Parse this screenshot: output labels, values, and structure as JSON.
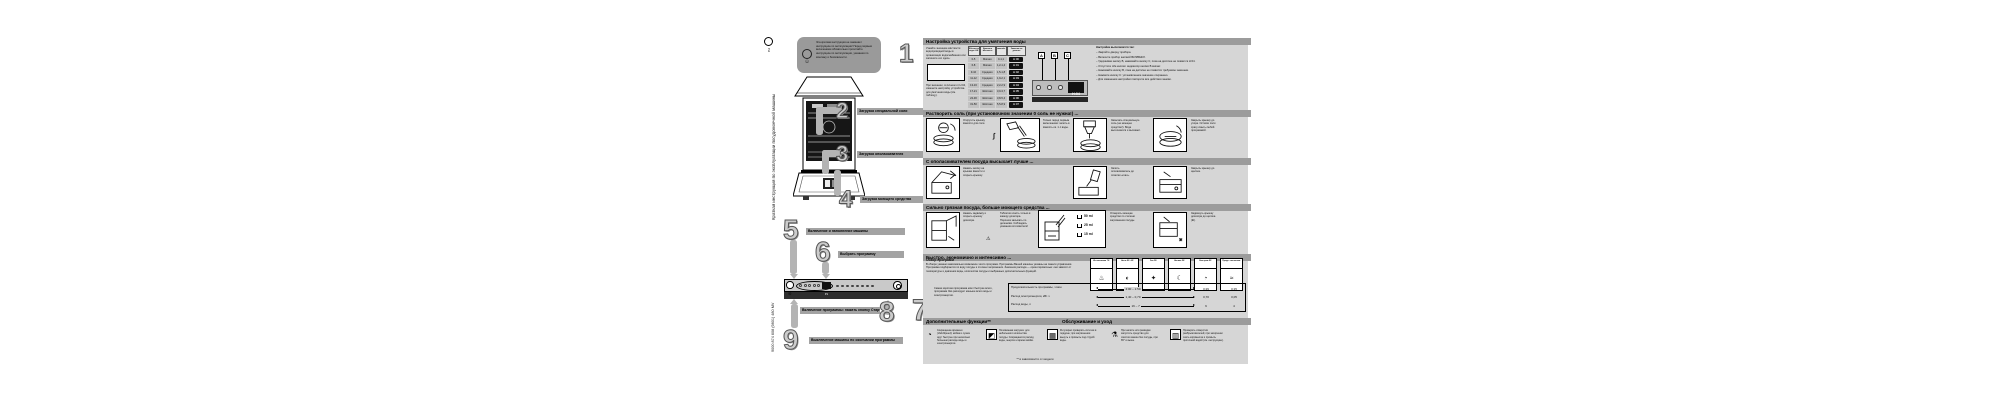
{
  "meta": {
    "lang_badge": "ru",
    "side_title": "Краткая инструкция по эксплуатации посудомоечной машины",
    "doc_code": "9000 874 608 (9801) 480 MV",
    "bubble_icon": "☺",
    "bubble_note": "Эта краткая инструкция не заменяет инструкцию по эксплуатации! Перед первым включением обязательно прочитайте инструкцию по эксплуатации, указания по монтажу и безопасности.",
    "footnote": "** в зависимости от модели"
  },
  "callouts": {
    "c1": "1",
    "c2": "2",
    "c3": "3",
    "c4": "4",
    "c5": "5",
    "c6": "6",
    "c7": "7",
    "c8": "8",
    "c9": "9",
    "label2": "Загрузка специальной соли",
    "label3": "Загрузка ополаскивателя",
    "label4": "Загрузка моющего средства",
    "label5": "Включение и наполнение машины",
    "label6": "Выбрать программу",
    "label8": "Включение программы: нажать кнопку Старт",
    "label9": "Выключение машины по окончании программы"
  },
  "controls": {
    "power_glyph": "⊗",
    "display": "P1"
  },
  "softener": {
    "title": "Настройка устройства для умягчения воды",
    "intro": "Узнайте значение жёсткости водопроводной воды в организации водоснабжения или запишите его здесь:",
    "note": "При значении, отличном от H:04, измените настройку устройства для умягчения воды (см. таблицу).",
    "table": {
      "h_dh": "Жёсткость воды °dH",
      "h_range": "Диапазон жёсткости",
      "h_mmol": "ммоль/л",
      "h_set": "Значение на дисплее",
      "rows": [
        {
          "dh": "0-5",
          "cat": "Мягкая",
          "mmol": "0-1,1",
          "disp": "H:00"
        },
        {
          "dh": "6-8",
          "cat": "Мягкая",
          "mmol": "1,2-1,4",
          "disp": "H:01"
        },
        {
          "dh": "9-10",
          "cat": "Средняя",
          "mmol": "1,5-1,8",
          "disp": "H:02"
        },
        {
          "dh": "11-12",
          "cat": "Средняя",
          "mmol": "1,9-2,1",
          "disp": "H:03"
        },
        {
          "dh": "13-16",
          "cat": "Средняя",
          "mmol": "2,2-2,9",
          "disp": "H:04"
        },
        {
          "dh": "17-21",
          "cat": "Жёсткая",
          "mmol": "3,0-3,7",
          "disp": "H:05"
        },
        {
          "dh": "22-30",
          "cat": "Жёсткая",
          "mmol": "3,8-5,4",
          "disp": "H:06"
        },
        {
          "dh": "31-50",
          "cat": "Жёсткая",
          "mmol": "5,5-8,9",
          "disp": "H:07"
        }
      ]
    },
    "buttons": [
      "A",
      "B",
      "C"
    ],
    "panel_display": "H:04",
    "steps_title": "Настройка выполняется так:",
    "steps": [
      "– Закройте дверцу прибора.",
      "– Включите прибор кнопкой ВКЛ/ВЫКЛ.",
      "– Удерживая кнопку B, нажимайте кнопку C, пока на дисплее не появится H:04.",
      "– Отпустите обе кнопки: индикатор кнопки B мигает.",
      "– Нажимайте кнопку B, пока на дисплее не появится требуемое значение.",
      "– Нажмите кнопку C: установленное значение сохранено.",
      "– Для изменения настройки повторите все действия заново."
    ]
  },
  "salt": {
    "title": "Растворить соль (при установочном значении 0 соль не нужна!) ...",
    "first_use_mark": "∫",
    "caps": [
      "Открутить крышку ёмкости для соли.",
      "Только перед первым включением: залить в ёмкость ок. 1 л воды.",
      "Засыпать специальную соль (не моющее средство!). Вода вытесняется и вытекает.",
      "Закрыть крышку до упора. Остатки соли сразу смыть любой программой."
    ]
  },
  "rinse": {
    "title": "С ополаскивателем посуда высыхает лучше ...",
    "caps": [
      "Нажать кнопку на крышке ёмкости и открыть крышку.",
      "Залить ополаскиватель до отметки «max».",
      "Закрыть крышку до щелчка."
    ]
  },
  "detergent": {
    "title": "Сильно грязная посуда, больше моющего средства ...",
    "cap1": "Нажать задвижку и открыть крышку дозатора.",
    "warning": "Таблетки класть только в камеру дозатора. Порошок засыпать по делениям. Соблюдать указания изготовителя!",
    "child_warning_icon": "⚠",
    "cups": [
      "50 ml",
      "25 ml",
      "15 ml"
    ],
    "cap3": "Отмерить моющее средство по степени загрязнения посуды.",
    "cap4": "Задвинуть крышку дозатора до щелчка (✱)."
  },
  "programs": {
    "title": "Быстро, экономично и интенсивно ...",
    "overview_title": "Обзор программ",
    "overview": "В обзоре указано максимально возможное число программ. Программы Вашей машины указаны на панели управления. Программа подбирается по виду посуды и степени загрязнения. Значения расхода — ориентировочные: они зависят от температуры и давления воды, количества посуды и выбранных дополнительных функций.",
    "note": "Самая короткая программа моет быстрее всего, программа Эко расходует меньше всего воды и электроэнергии.",
    "columns": [
      {
        "name": "Интенсивная 70°",
        "icon": "♨"
      },
      {
        "name": "Авто 45°–65°",
        "icon": "◐"
      },
      {
        "name": "Эко 50°",
        "icon": "✦"
      },
      {
        "name": "Ночная 50°",
        "icon": "☾"
      },
      {
        "name": "Быстрая 45°",
        "icon": "◔"
      },
      {
        "name": "Предв. ополаскив.",
        "icon": "≈"
      }
    ],
    "stats": [
      {
        "label": "Продолжительность программы, ч:мин",
        "range": "4:00 – 1:50",
        "v1": "0:29",
        "v2": "0:15"
      },
      {
        "label": "Расход электроэнергии, кВт·ч",
        "range": "1,40 – 0,70",
        "v1": "0,70",
        "v2": "0,05"
      },
      {
        "label": "Расход воды, л",
        "range": "16 – 7",
        "v1": "9",
        "v2": "4"
      }
    ]
  },
  "functions": {
    "title": "Дополнительные функции**",
    "care_title": "Обслуживание и уход",
    "items": [
      {
        "icon": "◔",
        "text": "Сокращение времени (VarioSpeed): мойка и сушка идут быстрее при несколько большем расходе воды и электроэнергии."
      },
      {
        "icon": "◩",
        "text": "Половинная загрузка: для небольшого количества посуды. Сокращаются расход воды, энергии и время мойки."
      },
      {
        "icon": "▦",
        "text": "Регулярно проверять ситечки в поддоне; при загрязнении вынуть и промыть под струёй воды."
      },
      {
        "icon": "⚗",
        "text": "При налёте или разводах запустить средство для очистки машин без посуды, при 65° и выше."
      },
      {
        "icon": "▥",
        "text": "Проверять отверстия разбрызгивателей; при засорении снять коромысла и промыть проточной водой (см. инструкцию)."
      }
    ]
  }
}
